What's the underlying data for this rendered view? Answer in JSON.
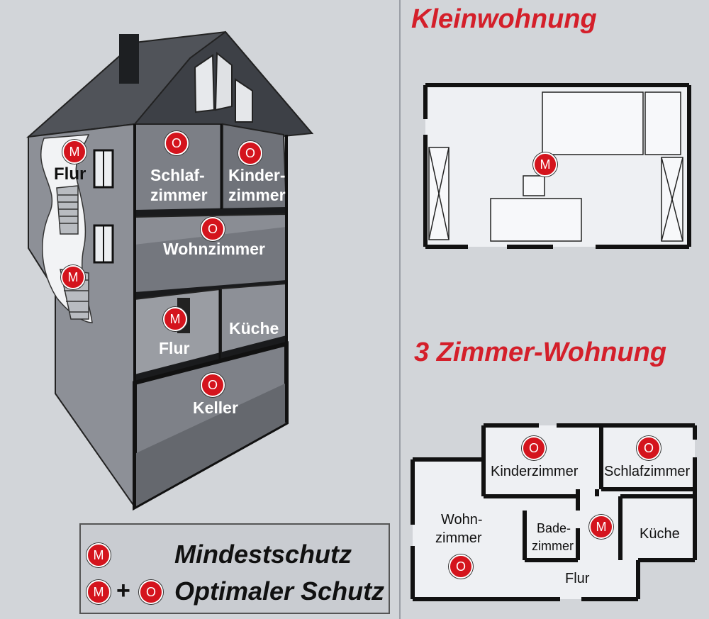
{
  "house": {
    "rooms": {
      "flur_top": "Flur",
      "schlaf_1": "Schlaf-",
      "schlaf_2": "zimmer",
      "kinder_1": "Kinder-",
      "kinder_2": "zimmer",
      "wohnzimmer": "Wohnzimmer",
      "flur_mid": "Flur",
      "kueche": "Küche",
      "keller": "Keller"
    }
  },
  "markers": {
    "m": "M",
    "o": "O"
  },
  "kleinwohnung": {
    "title": "Kleinwohnung"
  },
  "zimmer3": {
    "title": "3 Zimmer-Wohnung",
    "rooms": {
      "kinderzimmer": "Kinderzimmer",
      "schlafzimmer": "Schlafzimmer",
      "wohn_1": "Wohn-",
      "wohn_2": "zimmer",
      "bade_1": "Bade-",
      "bade_2": "zimmer",
      "kueche": "Küche",
      "flur": "Flur"
    }
  },
  "legend": {
    "minimum": "Mindestschutz",
    "optimal": "Optimaler Schutz",
    "plus": "+"
  },
  "colors": {
    "marker_red": "#d4141d",
    "title_red": "#d41f2a"
  }
}
